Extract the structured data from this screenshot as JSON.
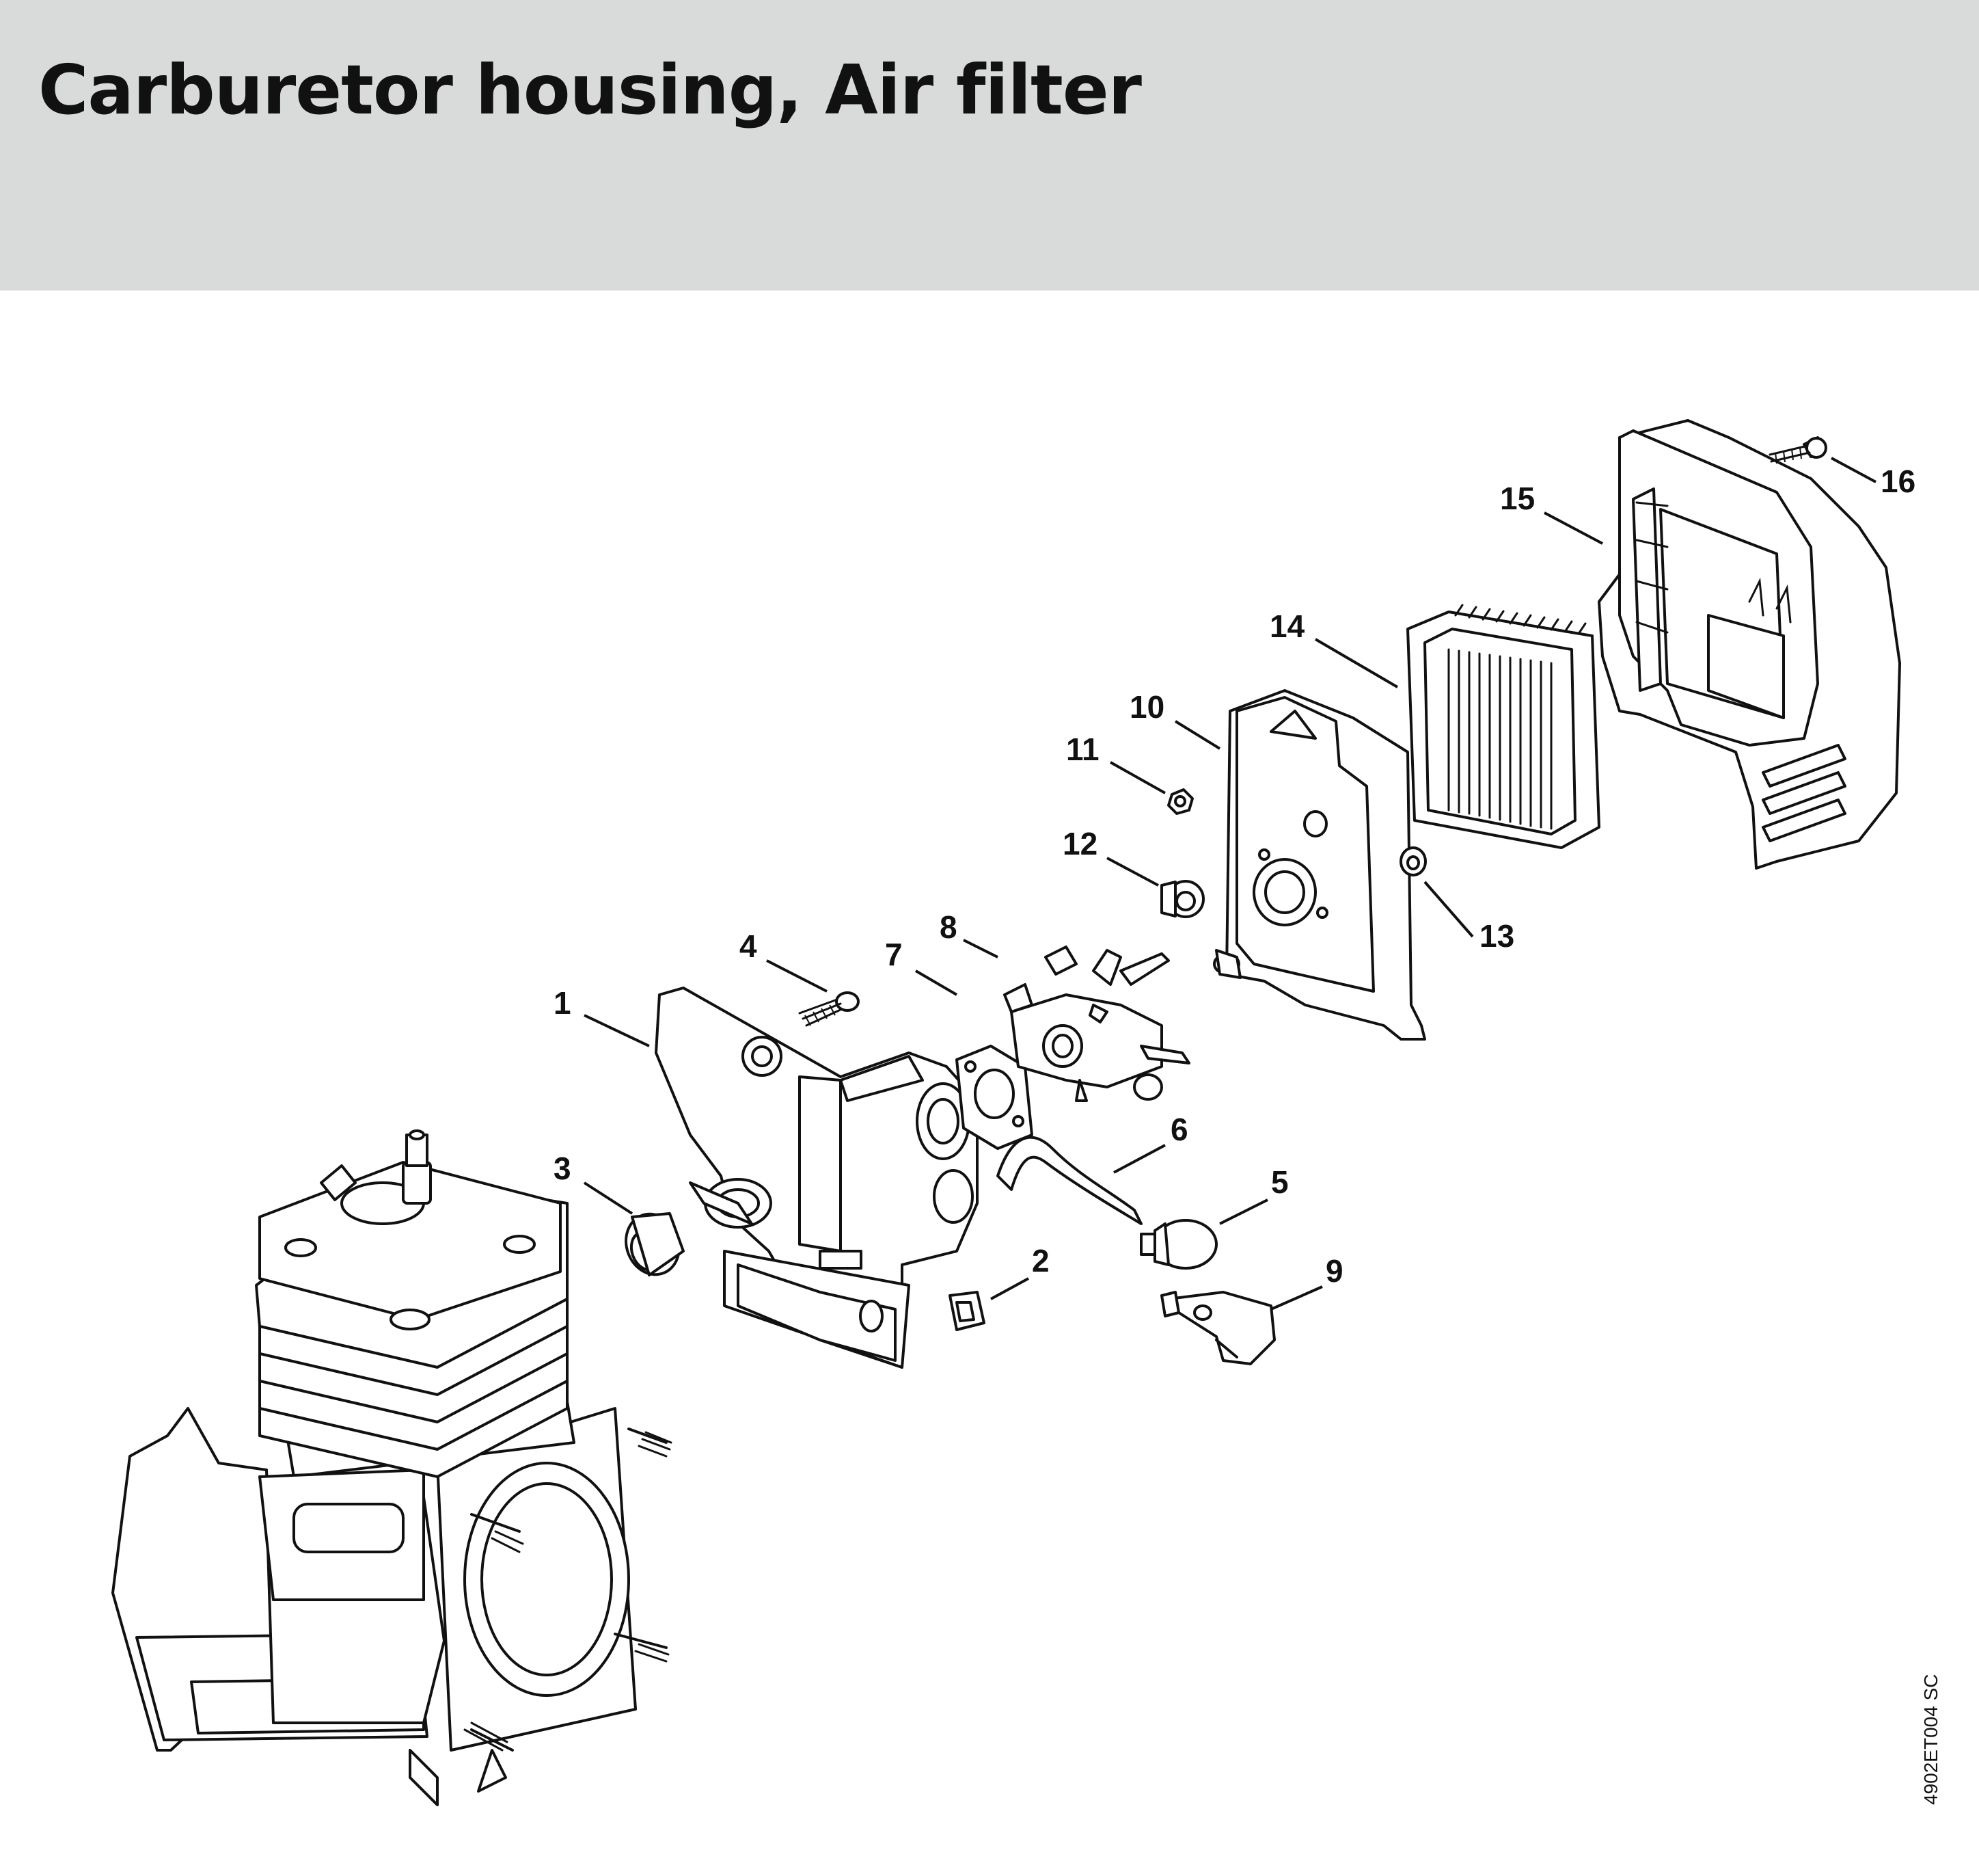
{
  "header": {
    "title": "Carburetor housing, Air filter",
    "background": "#d9dbdb"
  },
  "callouts": [
    "1",
    "2",
    "3",
    "4",
    "5",
    "6",
    "7",
    "8",
    "9",
    "10",
    "11",
    "12",
    "13",
    "14",
    "15",
    "16"
  ],
  "drawing_code": "4902ET004 SC"
}
